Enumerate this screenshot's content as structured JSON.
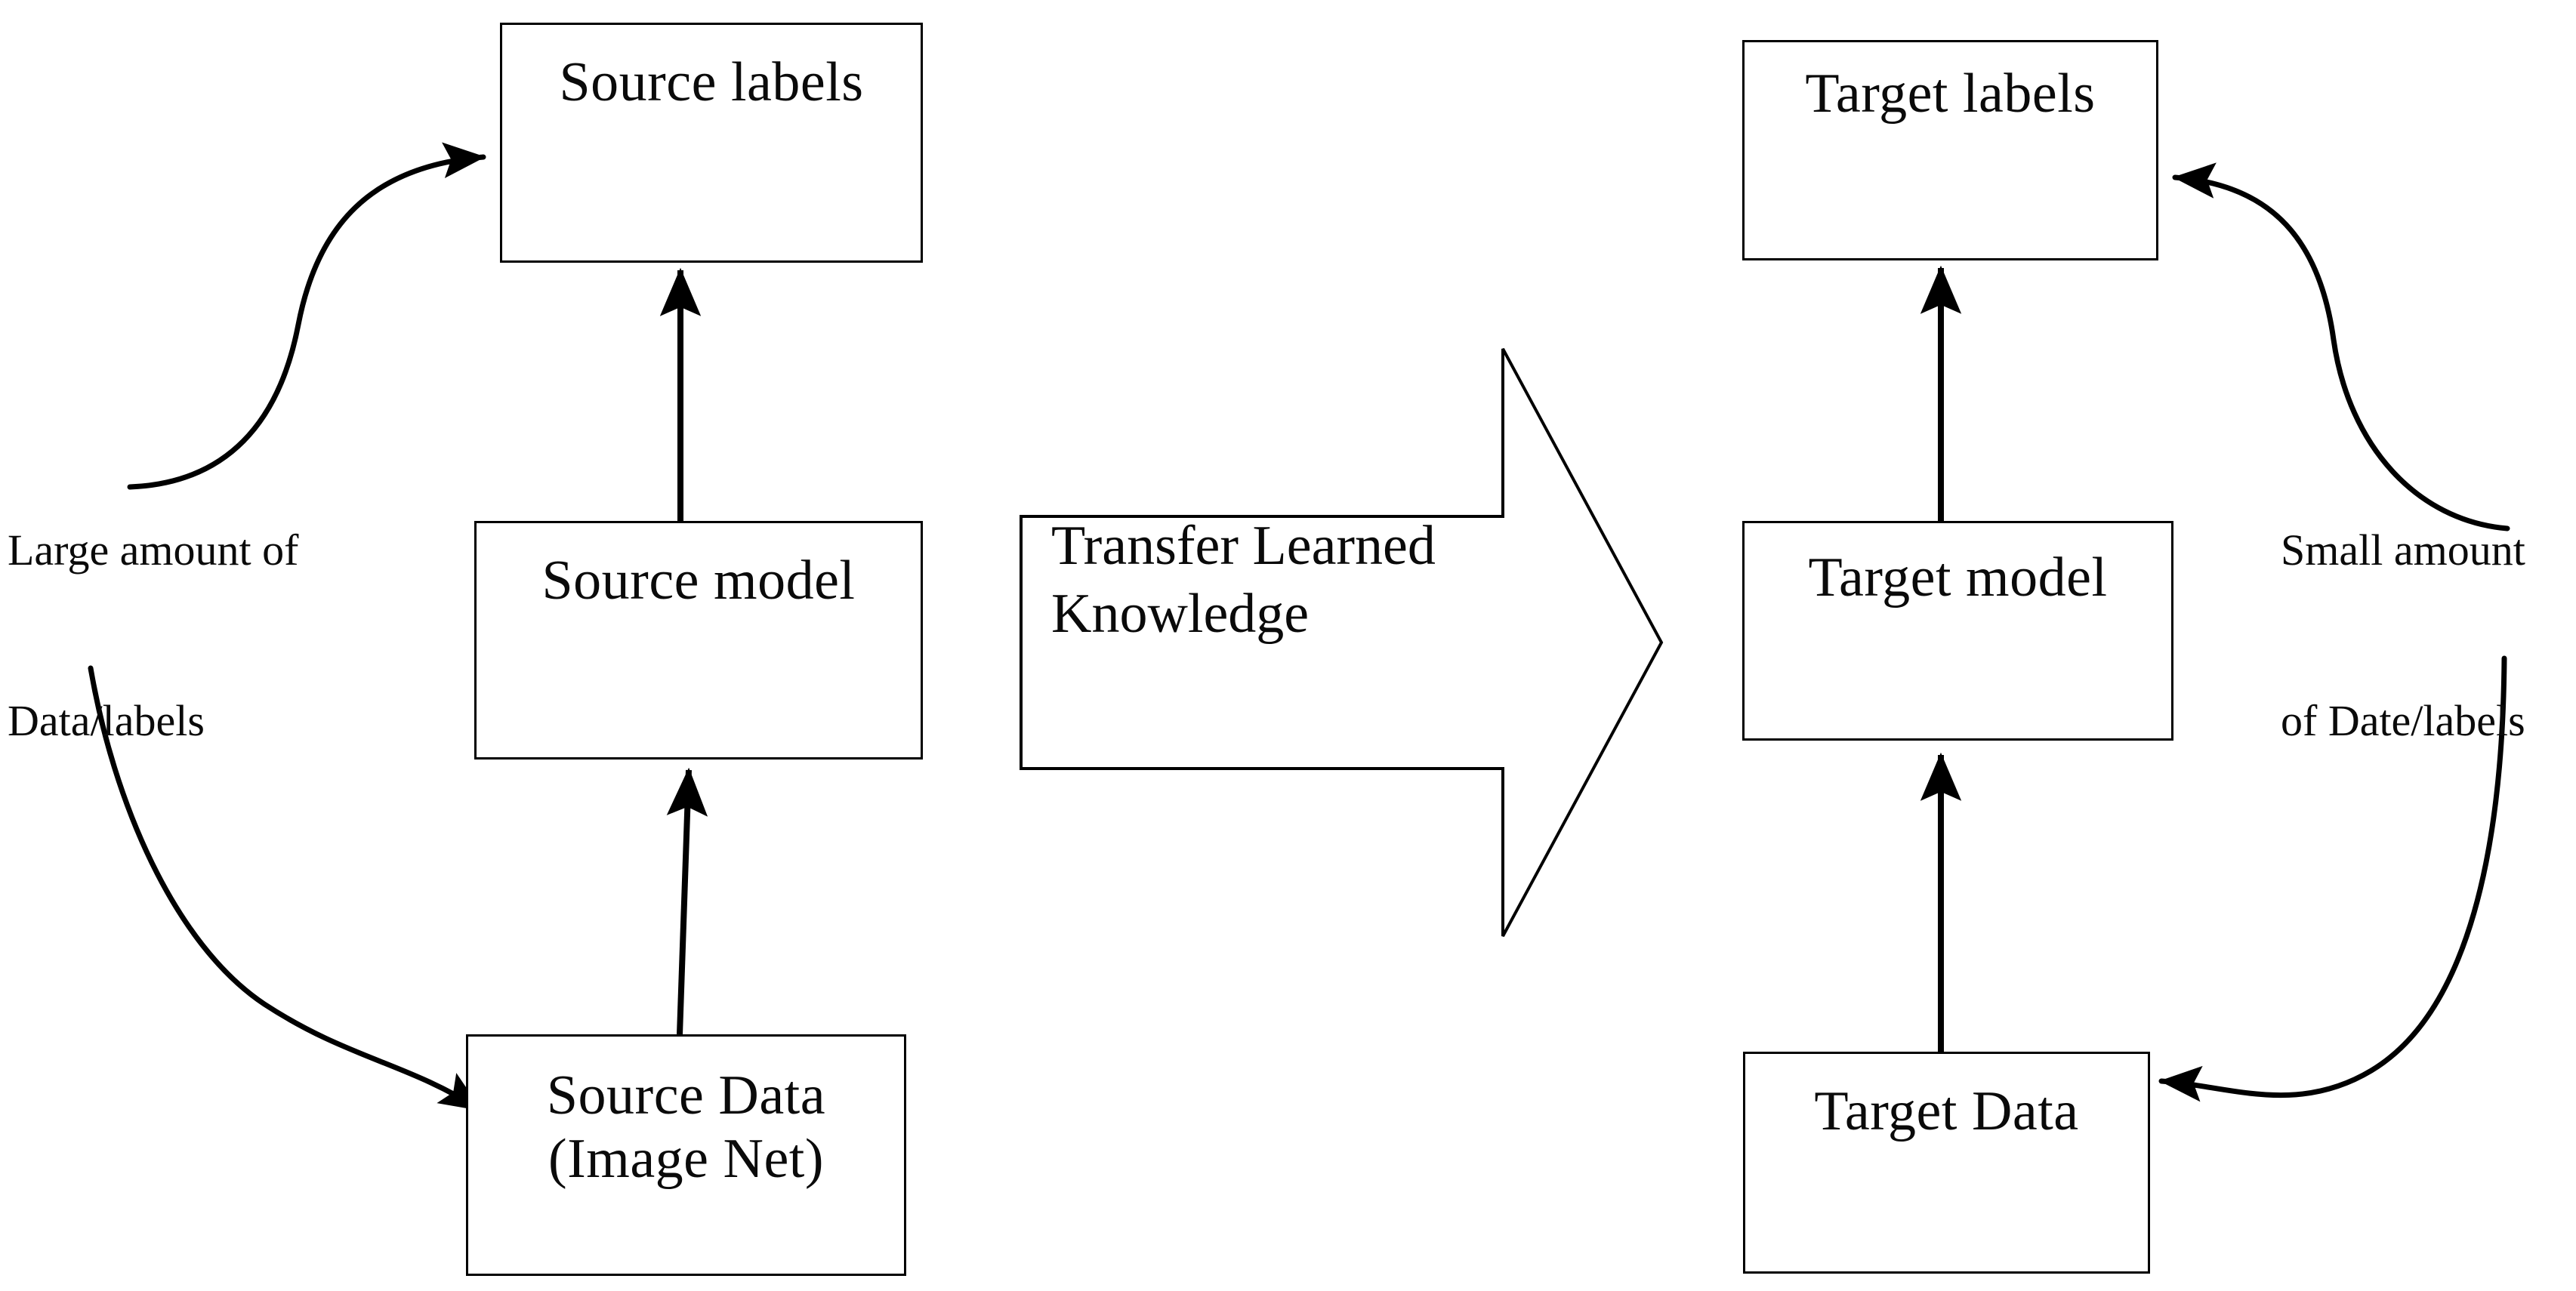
{
  "diagram": {
    "title": "Transfer learning between a source task and a target task",
    "type": "flow-diagram",
    "background_color": "#ffffff",
    "stroke_color": "#000000",
    "text_color": "#0a0a0a"
  },
  "source_side": {
    "boxes": {
      "source_labels": "Source labels",
      "source_model": "Source model",
      "source_data": "Source Data\n(Image Net)"
    },
    "annotation": "Large amount of\n\nData/labels"
  },
  "transfer": {
    "caption": "Transfer Learned\nKnowledge",
    "icon": "block-arrow-right-icon",
    "direction": "left-to-right"
  },
  "target_side": {
    "boxes": {
      "target_labels": "Target labels",
      "target_model": "Target model",
      "target_data": "Target Data"
    },
    "annotation": "Small amount\n\nof Date/labels"
  },
  "connectors": [
    {
      "name": "source-data-to-source-model",
      "from": "Source Data (Image Net)",
      "to": "Source model",
      "style": "straight",
      "head": "up"
    },
    {
      "name": "source-model-to-source-labels",
      "from": "Source model",
      "to": "Source labels",
      "style": "straight",
      "head": "up"
    },
    {
      "name": "annotation-to-source-labels",
      "from": "Large amount of Data/labels",
      "to": "Source labels",
      "style": "s-curve",
      "head": "up-right"
    },
    {
      "name": "annotation-to-source-data",
      "from": "Large amount of Data/labels",
      "to": "Source Data (Image Net)",
      "style": "s-curve",
      "head": "down-right"
    },
    {
      "name": "target-data-to-target-model",
      "from": "Target Data",
      "to": "Target model",
      "style": "straight",
      "head": "up"
    },
    {
      "name": "target-model-to-target-labels",
      "from": "Target model",
      "to": "Target labels",
      "style": "straight",
      "head": "up"
    },
    {
      "name": "annotation-to-target-labels",
      "from": "Small amount of Date/labels",
      "to": "Target labels",
      "style": "s-curve",
      "head": "up-left"
    },
    {
      "name": "annotation-to-target-data",
      "from": "Small amount of Date/labels",
      "to": "Target Data",
      "style": "s-curve",
      "head": "left"
    }
  ]
}
